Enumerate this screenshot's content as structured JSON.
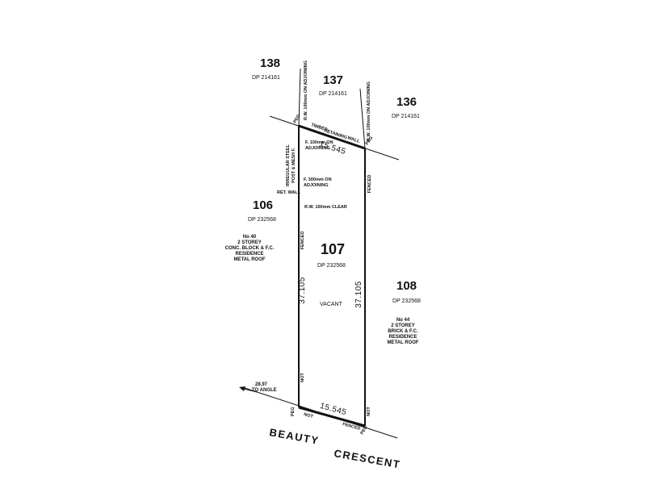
{
  "lots": {
    "lot138": {
      "number": "138",
      "dp": "DP 214161"
    },
    "lot137": {
      "number": "137",
      "dp": "DP 214161"
    },
    "lot136": {
      "number": "136",
      "dp": "DP 214161"
    },
    "lot106": {
      "number": "106",
      "dp": "DP 232568"
    },
    "lot107": {
      "number": "107",
      "dp": "DP 232568",
      "status": "VACANT"
    },
    "lot108": {
      "number": "108",
      "dp": "DP 232568"
    }
  },
  "residences": {
    "west": [
      "No 40",
      "2 STOREY",
      "CONC. BLOCK & F.C.",
      "RESIDENCE",
      "METAL ROOF"
    ],
    "east": [
      "No 44",
      "2 STOREY",
      "BRICK & F.C.",
      "RESIDENCE",
      "METAL ROOF"
    ]
  },
  "dimensions": {
    "top": "15.545",
    "bottom": "15.545",
    "left": "37.105",
    "right": "37.105",
    "to_angle": "28.97",
    "to_angle_label": "TO ANGLE"
  },
  "annotations": {
    "rw_top_left": "R.W. 100mm ON ADJOINING",
    "rw_top_right": "R.W. 100mm ON ADJOINING",
    "timber": "TIMBER",
    "retaining": "RETAINING",
    "wall": "WALL",
    "f100": [
      "F. 100mm ON",
      "ADJOINING"
    ],
    "f300": [
      "F. 300mm ON",
      "ADJOINING"
    ],
    "ret_wall": "RET. WALL",
    "rw150": "R.W. 150mm CLEAR",
    "steel_post": [
      "IRREGULAR STEEL",
      "POST & MESH F."
    ],
    "fenced_left": "FENCED",
    "fenced_right": "FENCED",
    "fenced_bottom": "FENCED",
    "not_left": "NOT",
    "not_right": "NOT",
    "not_bottom": "NOT",
    "peg_tr": "PEG",
    "peg_bl": "PEG",
    "peg_br": "PEG",
    "peg_tl": "PEG"
  },
  "street": {
    "word1": "BEAUTY",
    "word2": "CRESCENT"
  }
}
